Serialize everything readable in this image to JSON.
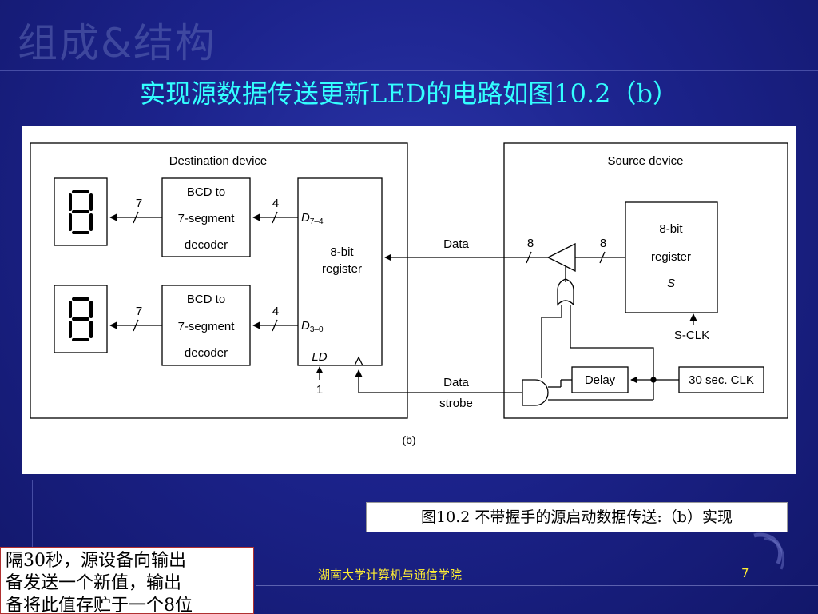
{
  "slide": {
    "watermark": "组成&结构",
    "title": "实现源数据传送更新LED的电路如图10.2（b）",
    "caption": "图10.2  不带握手的源启动数据传送:（b）实现",
    "textbox_lines": [
      "隔30秒，源设备向输出",
      "备发送一个新值，输出",
      "备将此值存贮于一个8位"
    ],
    "footer": "湖南大学计算机与通信学院",
    "page_number": "7"
  },
  "diagram": {
    "destination_label": "Destination device",
    "source_label": "Source device",
    "decoder_top": [
      "BCD to",
      "7-segment",
      "decoder"
    ],
    "decoder_bottom": [
      "BCD to",
      "7-segment",
      "decoder"
    ],
    "bus7_top": "7",
    "bus7_bottom": "7",
    "bus4_top": "4",
    "bus4_bottom": "4",
    "d74_main": "D",
    "d74_sub": "7–4",
    "d30_main": "D",
    "d30_sub": "3–0",
    "dest_register": [
      "8-bit",
      "register"
    ],
    "ld_label": "LD",
    "ld_value": "1",
    "data_label": "Data",
    "bus8_left": "8",
    "bus8_right": "8",
    "src_register": [
      "8-bit",
      "register",
      "S"
    ],
    "sclk_label": "S-CLK",
    "delay_label": "Delay",
    "clk30_label": "30 sec. CLK",
    "strobe_label": [
      "Data",
      "strobe"
    ],
    "subcaption": "(b)"
  }
}
